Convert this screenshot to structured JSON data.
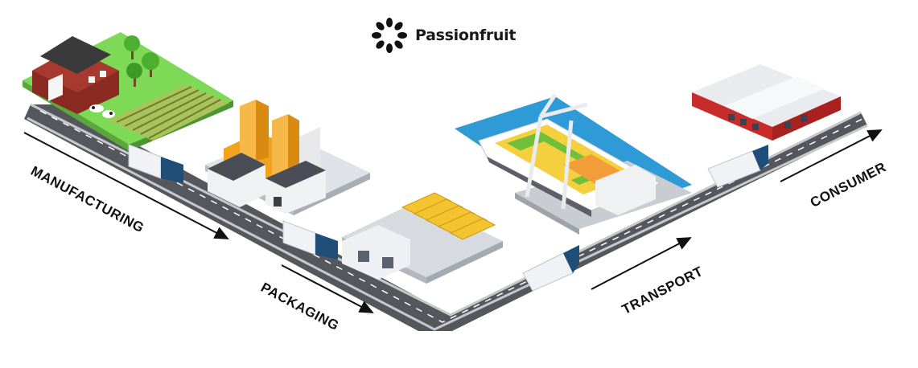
{
  "brand": {
    "name": "Passionfruit",
    "logo_icon": "sunburst-logo-icon"
  },
  "stages": {
    "manufacturing": "MANUFACTURING",
    "packaging": "PACKAGING",
    "transport": "TRANSPORT",
    "consumer": "CONSUMER"
  },
  "colors": {
    "road": "#4d4f55",
    "road_edge": "#b9bcc2",
    "grass": "#7ed957",
    "barn": "#8b2a22",
    "factory_orange": "#f2a21c",
    "water": "#2f9bd6",
    "crate_yellow": "#f4d03f",
    "crate_green": "#6fbf3a",
    "consumer_red": "#c82c2a",
    "truck_cab": "#1f4e79",
    "trailer": "#f0f2f5"
  },
  "icons": [
    "barn-icon",
    "factory-icon",
    "warehouse-icon",
    "cargo-ship-icon",
    "crane-icon",
    "store-building-icon",
    "truck-icon",
    "arrow-icon"
  ]
}
